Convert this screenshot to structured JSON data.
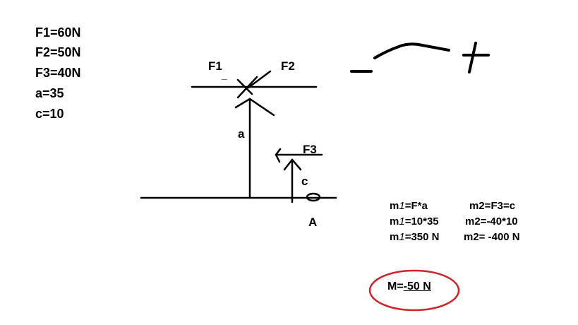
{
  "given": [
    "F1=60N",
    "F2=50N",
    "F3=40N",
    "a=35",
    "c=10"
  ],
  "labels": {
    "f1": "F1",
    "f1_tick": "_",
    "f2": "F2",
    "f3": "F3",
    "a": "a",
    "c": "c",
    "point": "A"
  },
  "sign_convention": {
    "minus": "−",
    "plus": "+"
  },
  "calc": {
    "m1": {
      "prefix": "m",
      "index": "1",
      "lines": [
        "=F*a",
        "=10*35",
        "=350 N"
      ]
    },
    "m2": [
      "m2=F3=c",
      "m2=-40*10",
      "m2= -400 N"
    ]
  },
  "result": {
    "prefix": "M=",
    "value": "-50 N",
    "circle_color": "#d0232a"
  }
}
